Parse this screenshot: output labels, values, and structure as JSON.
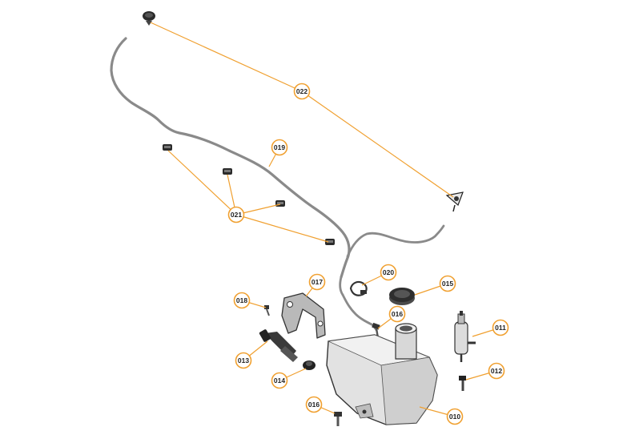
{
  "colors": {
    "leader": "#F0A030",
    "circle_stroke": "#F0A030",
    "circle_fill": "#FFFFFF",
    "part_dark": "#2b2b2b",
    "part_mid": "#7a7a7a",
    "part_light": "#c9c9c9",
    "hose": "#8a8a8a"
  },
  "callouts": {
    "c022": "022",
    "c019": "019",
    "c021": "021",
    "c020": "020",
    "c015": "015",
    "c017": "017",
    "c018": "018",
    "c016a": "016",
    "c011": "011",
    "c013": "013",
    "c014": "014",
    "c012": "012",
    "c016b": "016",
    "c010": "010"
  }
}
